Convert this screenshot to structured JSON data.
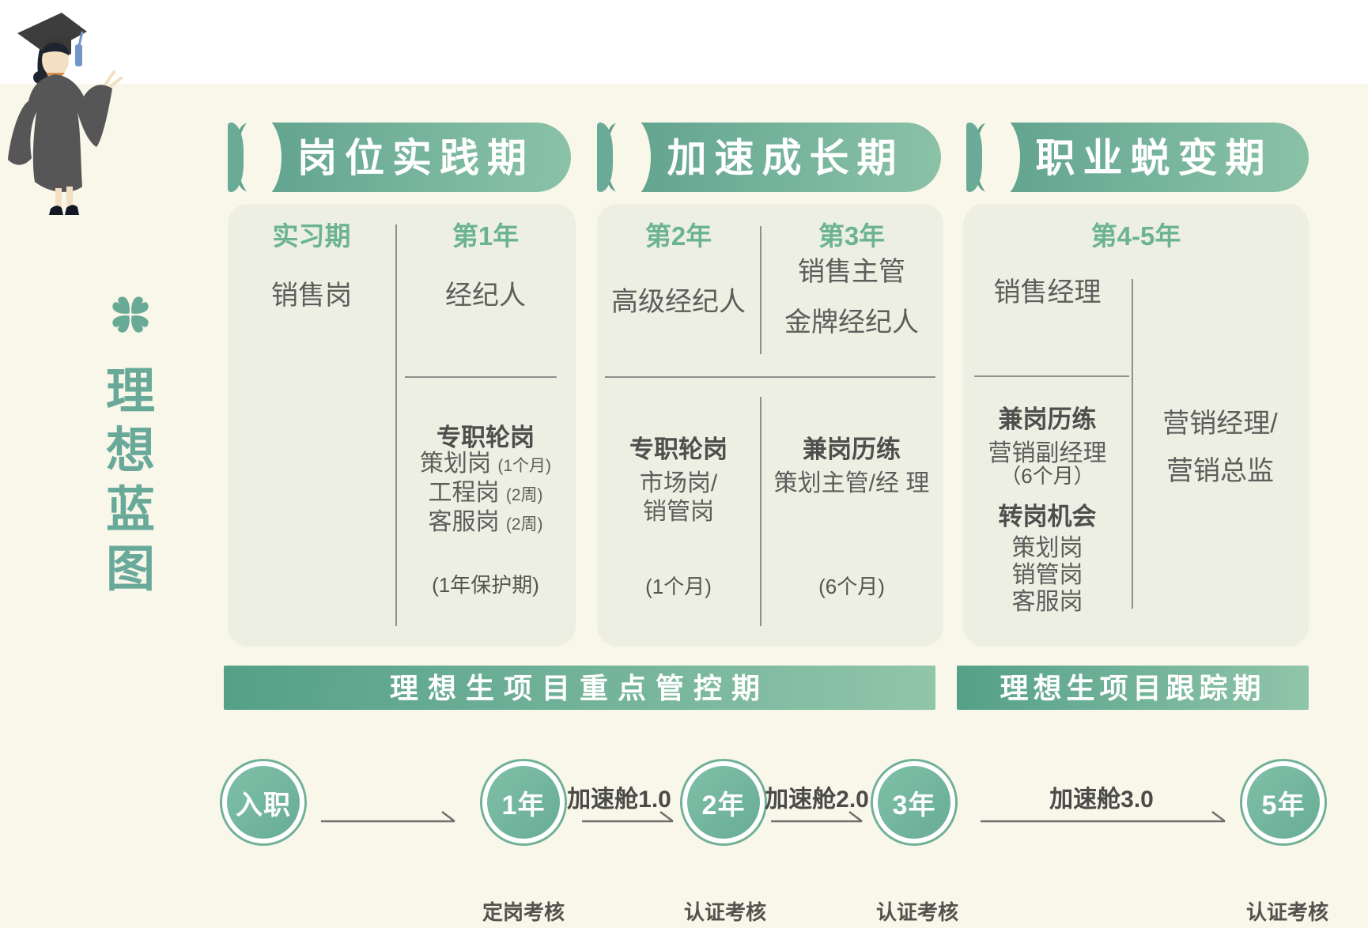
{
  "page": {
    "vertical_title": "理想蓝图",
    "vertical_title_chars": [
      "理",
      "想",
      "蓝",
      "图"
    ],
    "accent_color": "#69aa96",
    "background_color": "#f9f7e9"
  },
  "stages": [
    {
      "banner": "岗位实践期",
      "left": {
        "period": "实习期",
        "role": "销售岗"
      },
      "right": {
        "period": "第1年",
        "role": "经纪人",
        "heading": "专职轮岗",
        "items": [
          {
            "text": "策划岗",
            "note": "(1个月)"
          },
          {
            "text": "工程岗",
            "note": "(2周)"
          },
          {
            "text": "客服岗",
            "note": "(2周)"
          }
        ],
        "footnote": "(1年保护期)"
      }
    },
    {
      "banner": "加速成长期",
      "left": {
        "period": "第2年",
        "role": "高级经纪人",
        "heading": "专职轮岗",
        "line1": "市场岗/",
        "line2": "销管岗",
        "footnote": "(1个月)"
      },
      "right": {
        "period": "第3年",
        "role_line1": "销售主管",
        "role_line2": "金牌经纪人",
        "heading": "兼岗历练",
        "line1": "策划主管/经 理",
        "footnote": "(6个月)"
      }
    },
    {
      "banner": "职业蜕变期",
      "period": "第4-5年",
      "left": {
        "role": "销售经理",
        "heading1": "兼岗历练",
        "line1": "营销副经理",
        "line2": "（6个月）",
        "heading2": "转岗机会",
        "items": [
          "策划岗",
          "销管岗",
          "客服岗"
        ]
      },
      "right": {
        "role_line1": "营销经理/",
        "role_line2": "营销总监"
      }
    }
  ],
  "phase_bars": [
    {
      "label": "理想生项目重点管控期"
    },
    {
      "label": "理想生项目跟踪期"
    }
  ],
  "timeline": {
    "nodes": [
      {
        "label": "入职",
        "sublabel": ""
      },
      {
        "label": "1年",
        "sublabel": "定岗考核"
      },
      {
        "label": "2年",
        "sublabel": "认证考核"
      },
      {
        "label": "3年",
        "sublabel": "认证考核"
      },
      {
        "label": "5年",
        "sublabel": "认证考核"
      }
    ],
    "accelerator_labels": [
      "加速舱1.0",
      "加速舱2.0",
      "加速舱3.0"
    ]
  }
}
